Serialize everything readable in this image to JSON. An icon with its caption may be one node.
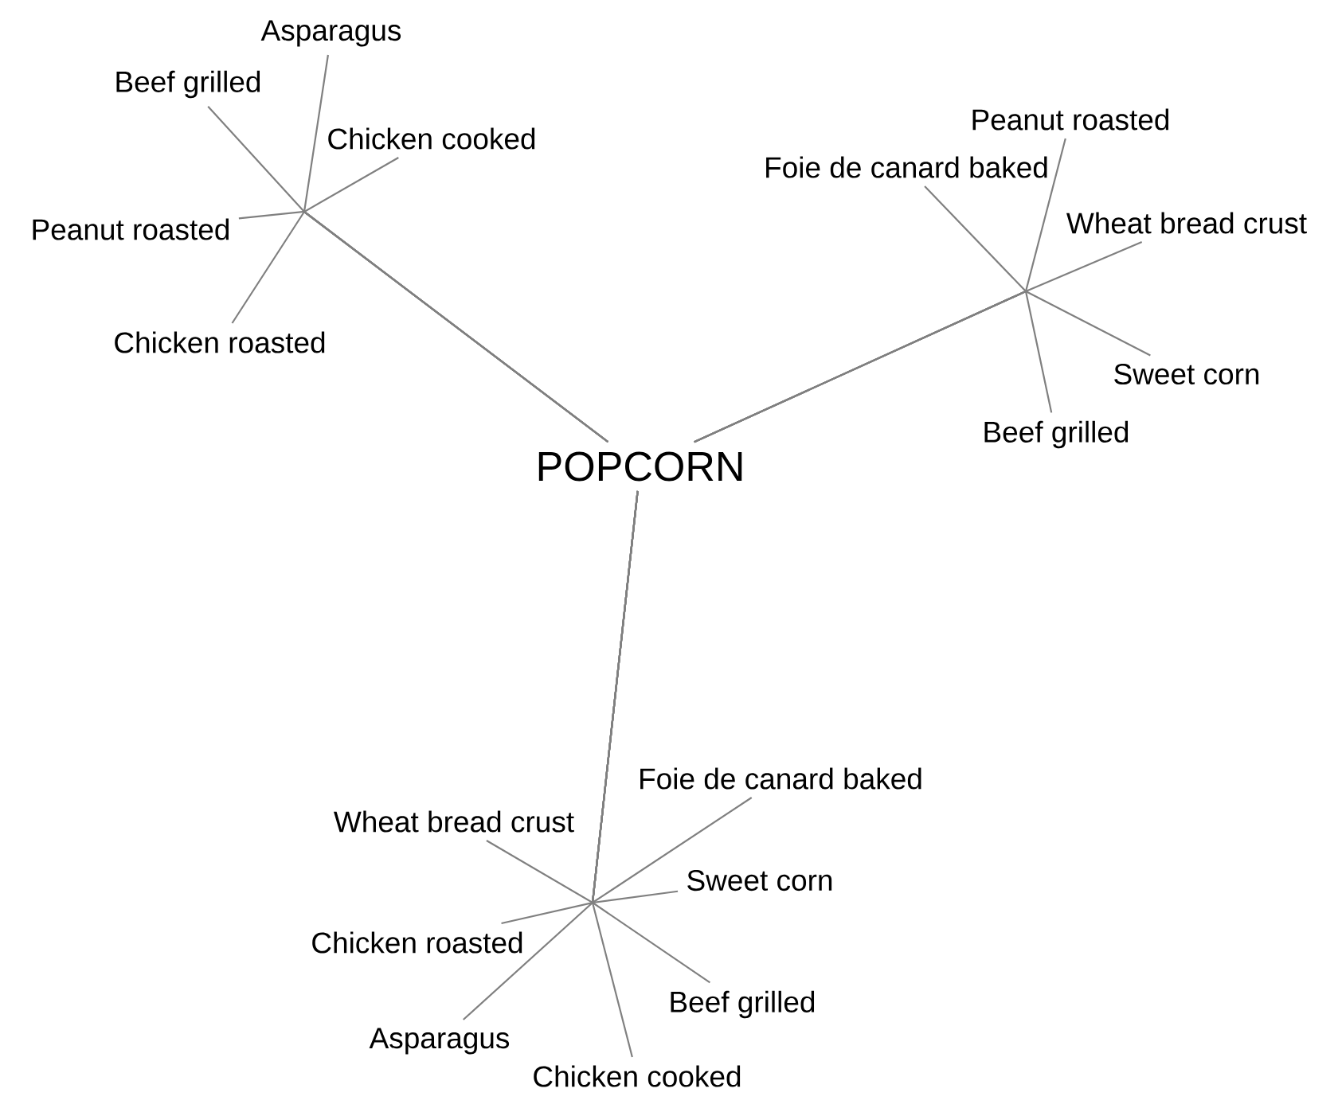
{
  "diagram": {
    "nodes": [
      {
        "text": [
          "POPCORN"
        ]
      },
      {
        "text": [
          "Asparagus"
        ]
      },
      {
        "text": [
          "Beef grilled"
        ]
      },
      {
        "text": [
          "Chicken cooked"
        ]
      },
      {
        "text": [
          "Peanut roasted"
        ]
      },
      {
        "text": [
          "Chicken roasted"
        ]
      },
      {
        "text": [
          "Peanut roasted"
        ]
      },
      {
        "text": [
          "Foie de canard baked"
        ]
      },
      {
        "text": [
          "Wheat bread crust"
        ]
      },
      {
        "text": [
          "Sweet corn"
        ]
      },
      {
        "text": [
          "Beef grilled"
        ]
      },
      {
        "text": [
          "Foie de canard baked"
        ]
      },
      {
        "text": [
          "Wheat bread crust"
        ]
      },
      {
        "text": [
          "Sweet corn"
        ]
      },
      {
        "text": [
          "Chicken roasted"
        ]
      },
      {
        "text": [
          "Beef grilled"
        ]
      },
      {
        "text": [
          "Asparagus"
        ]
      },
      {
        "text": [
          "Chicken cooked"
        ]
      }
    ],
    "edges": [
      {
        "from": 0,
        "to": 1,
        "arrow": "none"
      },
      {
        "from": 0,
        "to": 2,
        "arrow": "none"
      },
      {
        "from": 0,
        "to": 3,
        "arrow": "none"
      },
      {
        "from": 0,
        "to": 4,
        "arrow": "none"
      },
      {
        "from": 0,
        "to": 5,
        "arrow": "none"
      },
      {
        "from": 0,
        "to": 6,
        "arrow": "none"
      },
      {
        "from": 0,
        "to": 7,
        "arrow": "none"
      },
      {
        "from": 0,
        "to": 8,
        "arrow": "none"
      },
      {
        "from": 0,
        "to": 9,
        "arrow": "none"
      },
      {
        "from": 0,
        "to": 10,
        "arrow": "none"
      },
      {
        "from": 0,
        "to": 11,
        "arrow": "none"
      },
      {
        "from": 0,
        "to": 12,
        "arrow": "none"
      },
      {
        "from": 0,
        "to": 13,
        "arrow": "none"
      },
      {
        "from": 0,
        "to": 14,
        "arrow": "none"
      },
      {
        "from": 0,
        "to": 15,
        "arrow": "none"
      },
      {
        "from": 0,
        "to": 16,
        "arrow": "none"
      },
      {
        "from": 0,
        "to": 17,
        "arrow": "none"
      }
    ]
  }
}
